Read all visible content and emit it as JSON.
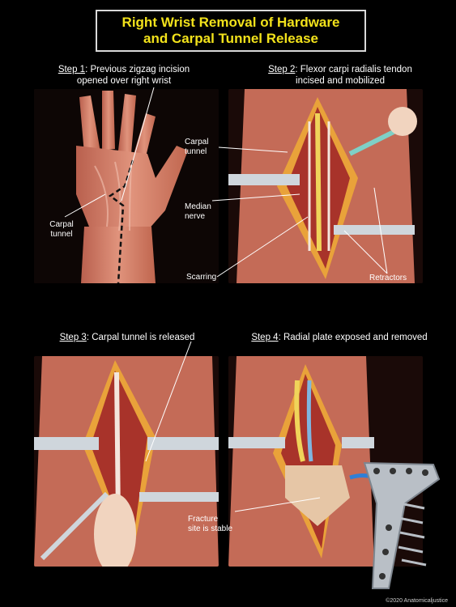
{
  "title": {
    "line1": "Right Wrist Removal of Hardware",
    "line2": "and Carpal Tunnel Release",
    "color": "#f2e21b"
  },
  "steps": [
    {
      "label": "Step 1",
      "text_line1": ": Previous zigzag incision",
      "text_line2": "opened over right wrist"
    },
    {
      "label": "Step 2",
      "text_line1": ": Flexor carpi radialis tendon",
      "text_line2": "incised and mobilized"
    },
    {
      "label": "Step 3",
      "text_line1": ": Carpal tunnel is released",
      "text_line2": ""
    },
    {
      "label": "Step 4",
      "text_line1": ": Radial plate exposed and removed",
      "text_line2": ""
    }
  ],
  "labels": {
    "carpal_tunnel_1_l1": "Carpal",
    "carpal_tunnel_1_l2": "tunnel",
    "carpal_tunnel_2_l1": "Carpal",
    "carpal_tunnel_2_l2": "tunnel",
    "median_nerve_l1": "Median",
    "median_nerve_l2": "nerve",
    "scarring": "Scarring",
    "retractors": "Retractors",
    "fracture_l1": "Fracture",
    "fracture_l2": "site is stable"
  },
  "credit": "©2020 Anatomicaljustice",
  "colors": {
    "background": "#000000",
    "skin": "#d98a75",
    "muscle": "#b5473c",
    "fat": "#e9a23a",
    "retractor": "#cfd6dc",
    "plate": "#b9bfc6",
    "nerve": "#f0d45a",
    "arrow": "#2f7fd6"
  }
}
